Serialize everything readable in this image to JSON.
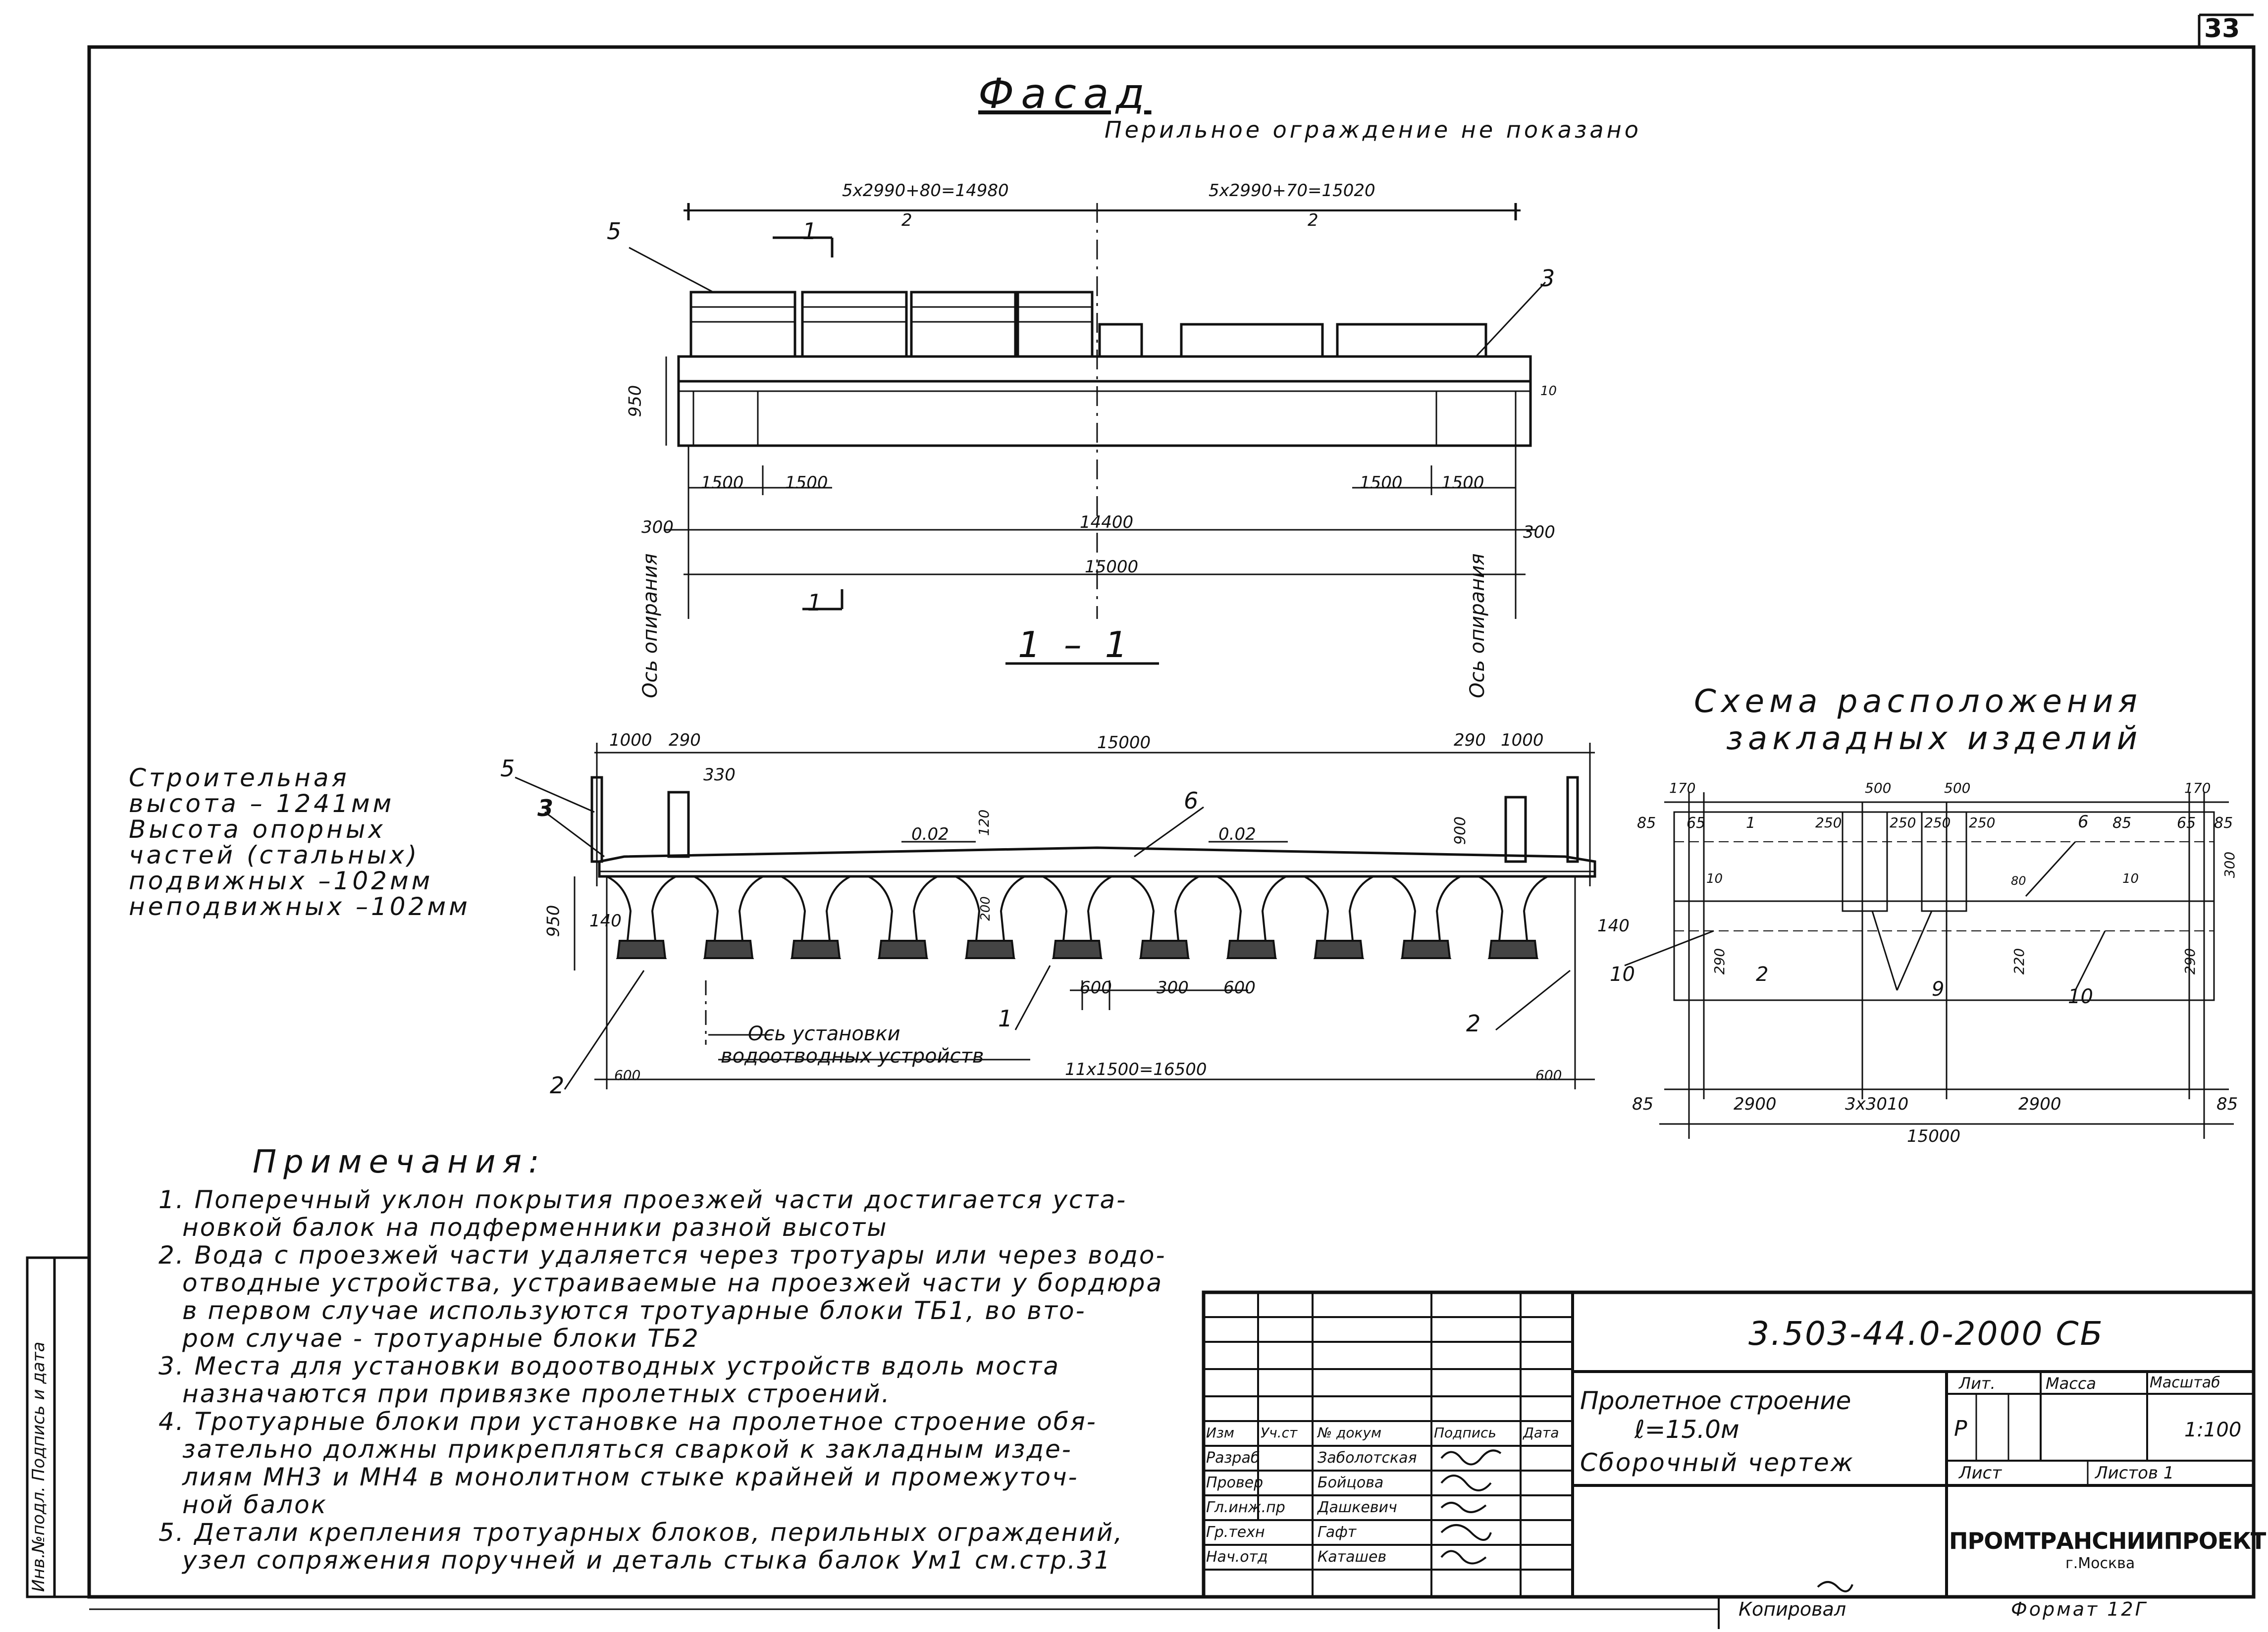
{
  "page_number": "33",
  "facade": {
    "title": "Фасад",
    "subtitle": "Перильное ограждение не показано",
    "dim_top_left": "5x2990+80=14980",
    "dim_top_right": "5x2990+70=15020",
    "dim_top_left_sub": "2",
    "dim_top_right_sub": "2",
    "height": "950",
    "d1500a": "1500",
    "d1500b": "1500",
    "d1500c": "1500",
    "d1500d": "1500",
    "d300l": "300",
    "d300r": "300",
    "d14400": "14400",
    "d15000": "15000",
    "axis_left": "Ось опирания",
    "axis_right": "Ось опирания",
    "callout_5": "5",
    "callout_3": "3",
    "callout_1a": "1",
    "callout_1b": "1",
    "side_mark": "10"
  },
  "section": {
    "title": "1 – 1",
    "d1000l": "1000",
    "d290l": "290",
    "d15000": "15000",
    "d290r": "290",
    "d1000r": "1000",
    "d330": "330",
    "d120": "120",
    "slope_l": "0.02",
    "slope_r": "0.02",
    "d900": "900",
    "d950": "950",
    "d140l": "140",
    "d140r": "140",
    "d200": "200",
    "d600a": "600",
    "d300": "300",
    "d600b": "600",
    "d600l": "600",
    "d600r": "600",
    "span": "11x1500=16500",
    "callout_5": "5",
    "callout_3": "3",
    "callout_6": "6",
    "callout_1": "1",
    "callout_2l": "2",
    "callout_2r": "2",
    "axis_note_1": "Ось установки",
    "axis_note_2": "водоотводных устройств"
  },
  "heights": {
    "line1": "Строительная",
    "line2": "высота    – 1241мм",
    "line3": "Высота  опорных",
    "line4": "частей (стальных)",
    "line5": "подвижных   –102мм",
    "line6": "неподвижных   –102мм"
  },
  "scheme": {
    "title1": "Схема  расположения",
    "title2": "закладных  изделий",
    "d170l": "170",
    "d500a": "500",
    "d500b": "500",
    "d170r": "170",
    "d85a": "85",
    "d65a": "65",
    "c1": "1",
    "d250a": "250",
    "d250b": "250",
    "d250c": "250",
    "d250d": "250",
    "c6": "6",
    "d85b": "85",
    "d65b": "65",
    "d85c": "85",
    "d10a": "10",
    "d10b": "10",
    "d80": "80",
    "d300": "300",
    "d290a": "290",
    "d220": "220",
    "d290b": "290",
    "c10l": "10",
    "c2": "2",
    "c9": "9",
    "c10r": "10",
    "b85l": "85",
    "b2900l": "2900",
    "b3x3010": "3x3010",
    "b2900r": "2900",
    "b85r": "85",
    "b15000": "15000"
  },
  "notes": {
    "title": "Примечания:",
    "items": [
      "1. Поперечный уклон покрытия проезжей части достигается уста-",
      "   новкой балок на подферменники разной высоты",
      "2. Вода с проезжей части удаляется через тротуары или через водо-",
      "   отводные устройства, устраиваемые на проезжей части у бордюра",
      "   в первом случае используются тротуарные блоки ТБ1, во вто-",
      "   ром случае - тротуарные блоки ТБ2",
      "3. Места для установки водоотводных устройств вдоль моста",
      "   назначаются при привязке пролетных строений.",
      "4. Тротуарные блоки при установке на пролетное строение обя-",
      "   зательно должны прикрепляться сваркой к закладным изде-",
      "   лиям МН3 и МН4 в монолитном стыке крайней и промежуточ-",
      "   ной балок",
      "5. Детали крепления тротуарных блоков, перильных ограждений,",
      "   узел сопряжения поручней и деталь стыка балок Ум1 см.стр.31"
    ]
  },
  "side_stamp": "Инв.№подл.  Подпись и дата",
  "title_block": {
    "code": "3.503-44.0-2000 СБ",
    "h_izm": "Изм",
    "h_uch": "Уч.ст",
    "h_doc": "№ докум",
    "h_sign": "Подпись",
    "h_date": "Дата",
    "roles": [
      "Разраб",
      "Провер",
      "Гл.инж.пр",
      "Гр.техн",
      "Нач.отд"
    ],
    "names": [
      "Заболотская",
      "Бойцова",
      "Дашкевич",
      "Гафт",
      "Каташев"
    ],
    "name_line1": "Пролетное строение",
    "name_line2": "ℓ=15.0м",
    "name_line3": "Сборочный чертеж",
    "lit_h": "Лит.",
    "mass_h": "Масса",
    "scale_h": "Масштаб",
    "lit": "Р",
    "scale": "1:100",
    "sheet": "Лист",
    "sheets": "Листов 1",
    "org": "ПРОМТРАНСНИИПРОЕКТ",
    "city": "г.Москва"
  },
  "footer": {
    "copied": "Копировал",
    "format": "Формат 12Г"
  }
}
